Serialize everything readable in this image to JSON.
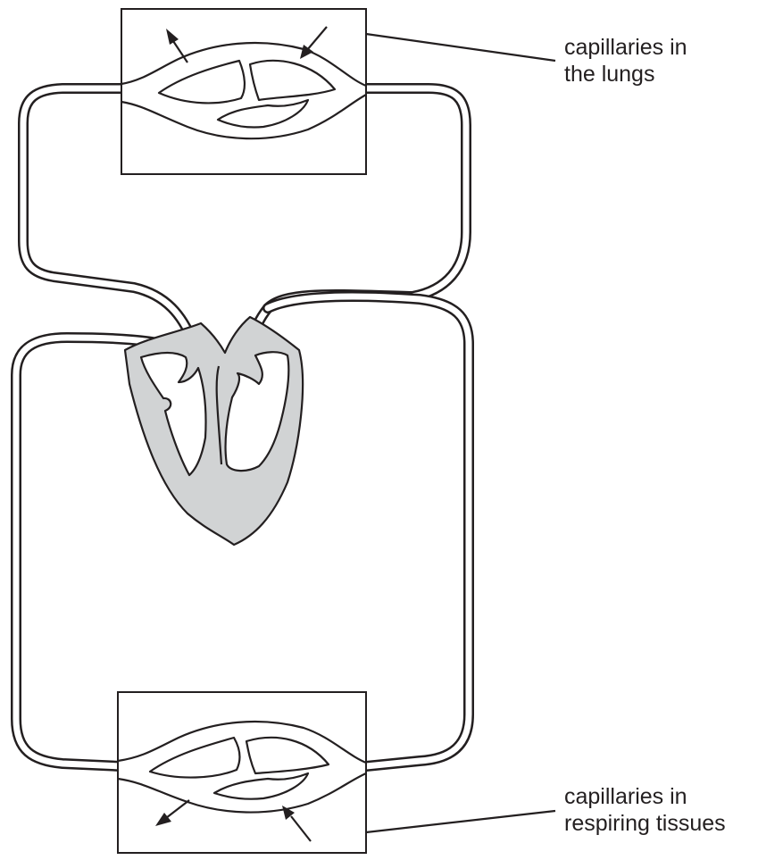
{
  "labels": {
    "lungs": [
      "capillaries in",
      "the lungs"
    ],
    "tissues": [
      "capillaries in",
      "respiring tissues"
    ]
  },
  "colors": {
    "outline": "#231f20",
    "heart_fill": "#d1d3d4",
    "background": "#ffffff"
  }
}
